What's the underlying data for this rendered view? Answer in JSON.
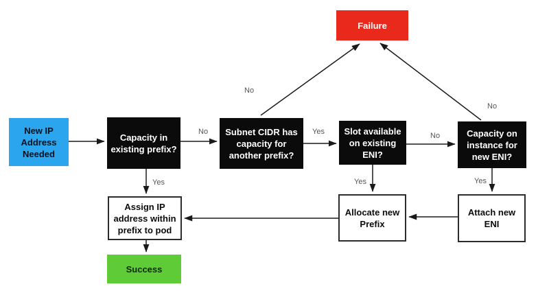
{
  "diagram": {
    "description": "IP address allocation flowchart",
    "nodes": {
      "start": {
        "label": "New IP\nAddress\nNeeded",
        "type": "start",
        "fill": "#2aa5ee"
      },
      "q_capacity_prefix": {
        "label": "Capacity in\nexisting prefix?",
        "type": "decision",
        "fill": "#0b0b0b"
      },
      "q_subnet_cidr": {
        "label": "Subnet CIDR has\ncapacity for\nanother prefix?",
        "type": "decision",
        "fill": "#0b0b0b"
      },
      "q_slot_eni": {
        "label": "Slot available\non existing\nENI?",
        "type": "decision",
        "fill": "#0b0b0b"
      },
      "q_capacity_eni": {
        "label": "Capacity on\ninstance for\nnew ENI?",
        "type": "decision",
        "fill": "#0b0b0b"
      },
      "failure": {
        "label": "Failure",
        "type": "terminal",
        "fill": "#e9291c"
      },
      "assign_ip": {
        "label": "Assign IP\naddress within\nprefix to pod",
        "type": "process",
        "fill": "#ffffff"
      },
      "allocate_prefix": {
        "label": "Allocate new\nPrefix",
        "type": "process",
        "fill": "#ffffff"
      },
      "attach_eni": {
        "label": "Attach new\nENI",
        "type": "process",
        "fill": "#ffffff"
      },
      "success": {
        "label": "Success",
        "type": "terminal",
        "fill": "#5fcb36"
      }
    },
    "labels": {
      "yes": "Yes",
      "no": "No"
    },
    "edges": [
      {
        "from": "start",
        "to": "q_capacity_prefix",
        "label": ""
      },
      {
        "from": "q_capacity_prefix",
        "to": "q_subnet_cidr",
        "label": "No"
      },
      {
        "from": "q_subnet_cidr",
        "to": "q_slot_eni",
        "label": "Yes"
      },
      {
        "from": "q_slot_eni",
        "to": "q_capacity_eni",
        "label": "No"
      },
      {
        "from": "q_subnet_cidr",
        "to": "failure",
        "label": "No"
      },
      {
        "from": "q_capacity_eni",
        "to": "failure",
        "label": "No"
      },
      {
        "from": "q_capacity_prefix",
        "to": "assign_ip",
        "label": "Yes"
      },
      {
        "from": "q_slot_eni",
        "to": "allocate_prefix",
        "label": "Yes"
      },
      {
        "from": "q_capacity_eni",
        "to": "attach_eni",
        "label": "Yes"
      },
      {
        "from": "attach_eni",
        "to": "allocate_prefix",
        "label": ""
      },
      {
        "from": "allocate_prefix",
        "to": "assign_ip",
        "label": ""
      },
      {
        "from": "assign_ip",
        "to": "success",
        "label": ""
      }
    ],
    "colors": {
      "background": "#ffffff",
      "arrow": "#1a1a1a",
      "edge_label_text": "#545454",
      "decision_text": "#ffffff",
      "process_border": "#2b2b2b"
    }
  }
}
